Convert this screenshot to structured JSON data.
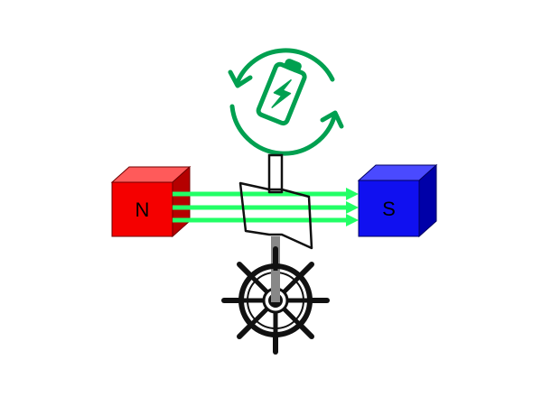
{
  "magnets": {
    "north": {
      "label": "N",
      "front_color": "#f50000",
      "top_color": "#ff5a5a",
      "side_color": "#b50000"
    },
    "south": {
      "label": "S",
      "front_color": "#1010f0",
      "top_color": "#4a4aff",
      "side_color": "#0000a8"
    }
  },
  "field_lines": {
    "count": 3,
    "color": "#22ff66"
  },
  "icons": {
    "battery_recharge": "battery-recharge-icon",
    "ship_wheel": "ship-wheel-icon"
  },
  "colors": {
    "battery_green": "#00a050",
    "rotor_stroke": "#111111",
    "shaft_gray": "#888888"
  }
}
